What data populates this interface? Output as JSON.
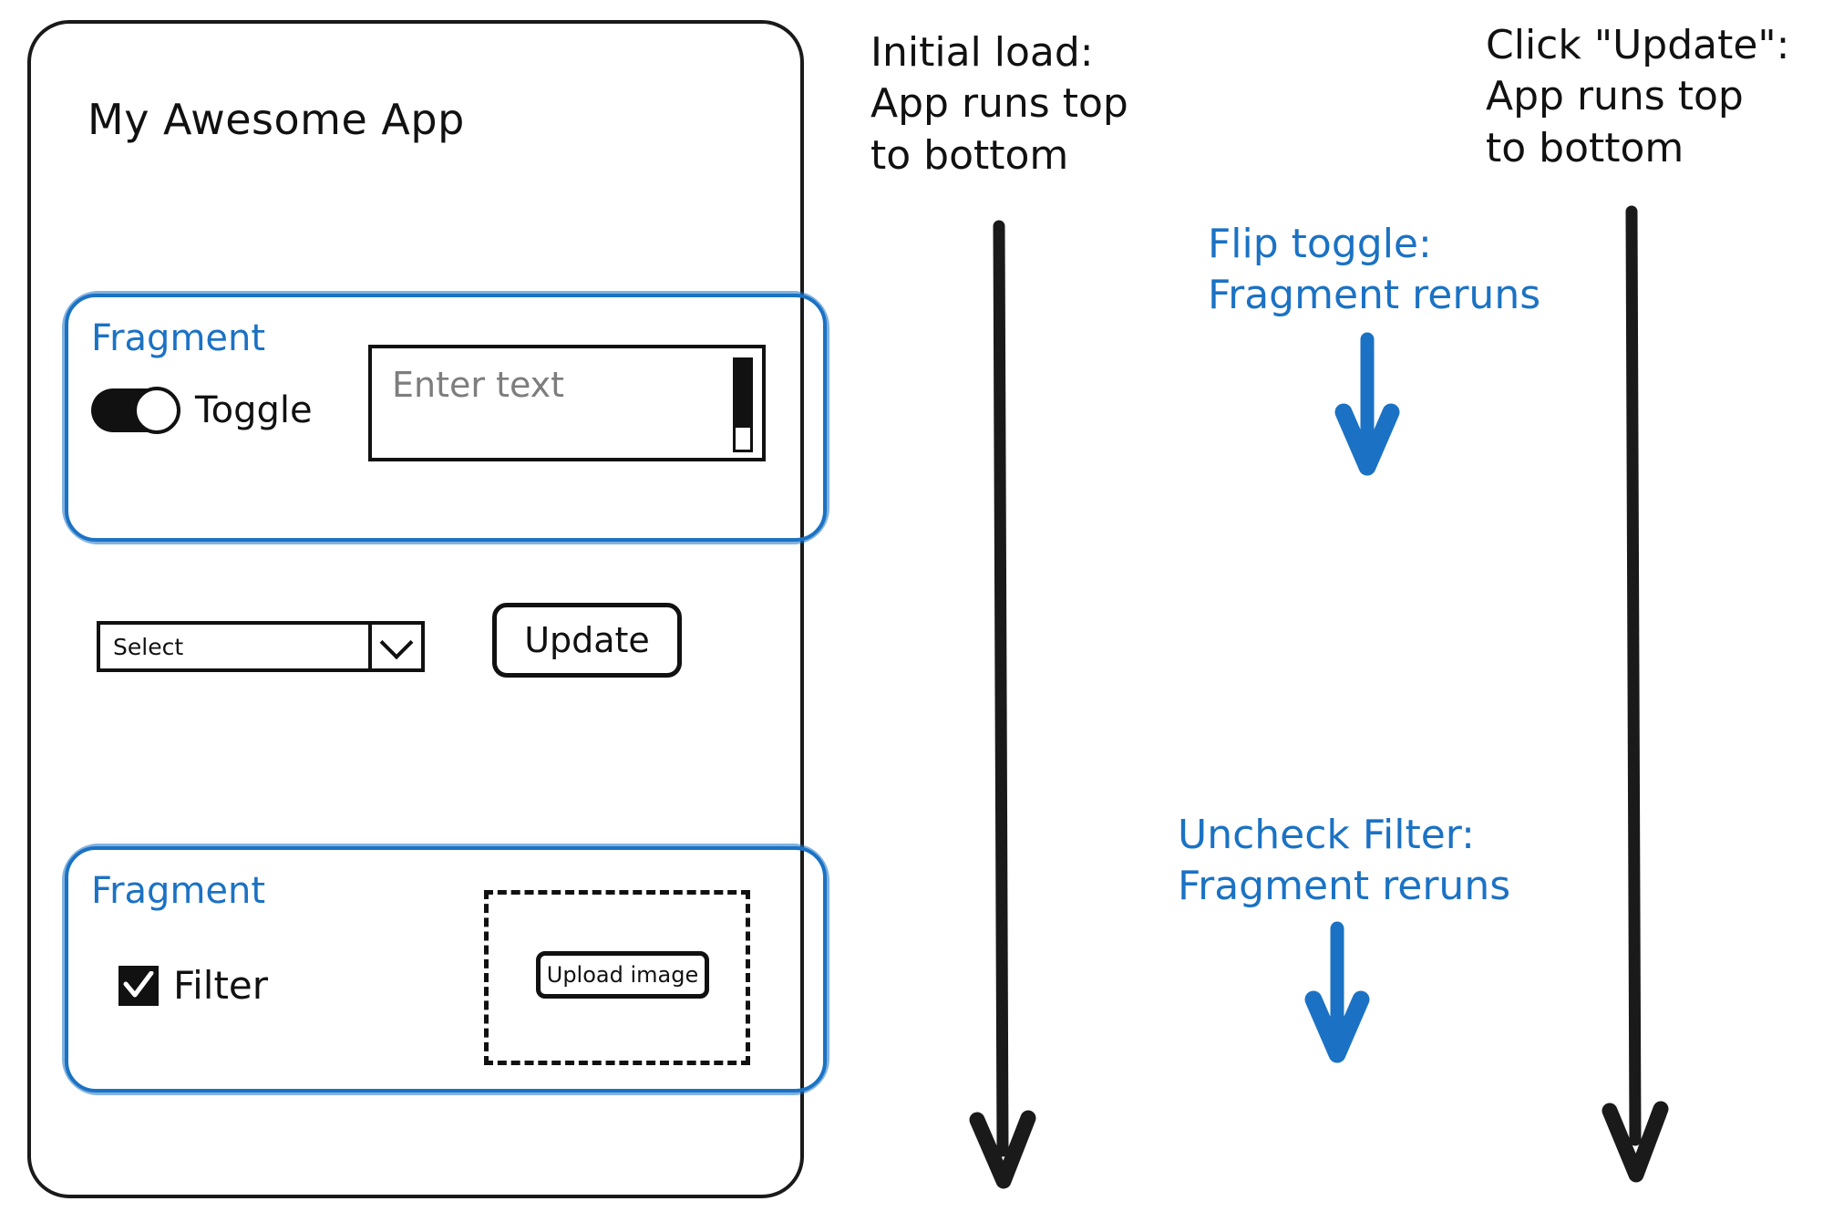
{
  "app": {
    "title": "My Awesome App",
    "fragment_label": "Fragment",
    "fragment_1": {
      "label": "Fragment",
      "toggle_label": "Toggle",
      "toggle_state": "on",
      "text_input_placeholder": "Enter text",
      "text_input_value": ""
    },
    "controls": {
      "select_value": "Select",
      "select_chevron_icon": "chevron-down-icon",
      "update_label": "Update"
    },
    "fragment_2": {
      "label": "Fragment",
      "filter_label": "Filter",
      "filter_checked": true,
      "upload_label": "Upload image"
    }
  },
  "annotations": {
    "initial_load": "Initial load:\nApp runs top\nto bottom",
    "click_update": "Click \"Update\":\nApp runs top\nto bottom",
    "flip_toggle": "Flip toggle:\nFragment reruns",
    "uncheck_filter": "Uncheck Filter:\nFragment reruns"
  },
  "colors": {
    "accent_blue": "#1b72c4",
    "ink_black": "#111111",
    "placeholder_gray": "#7d7d7d"
  }
}
